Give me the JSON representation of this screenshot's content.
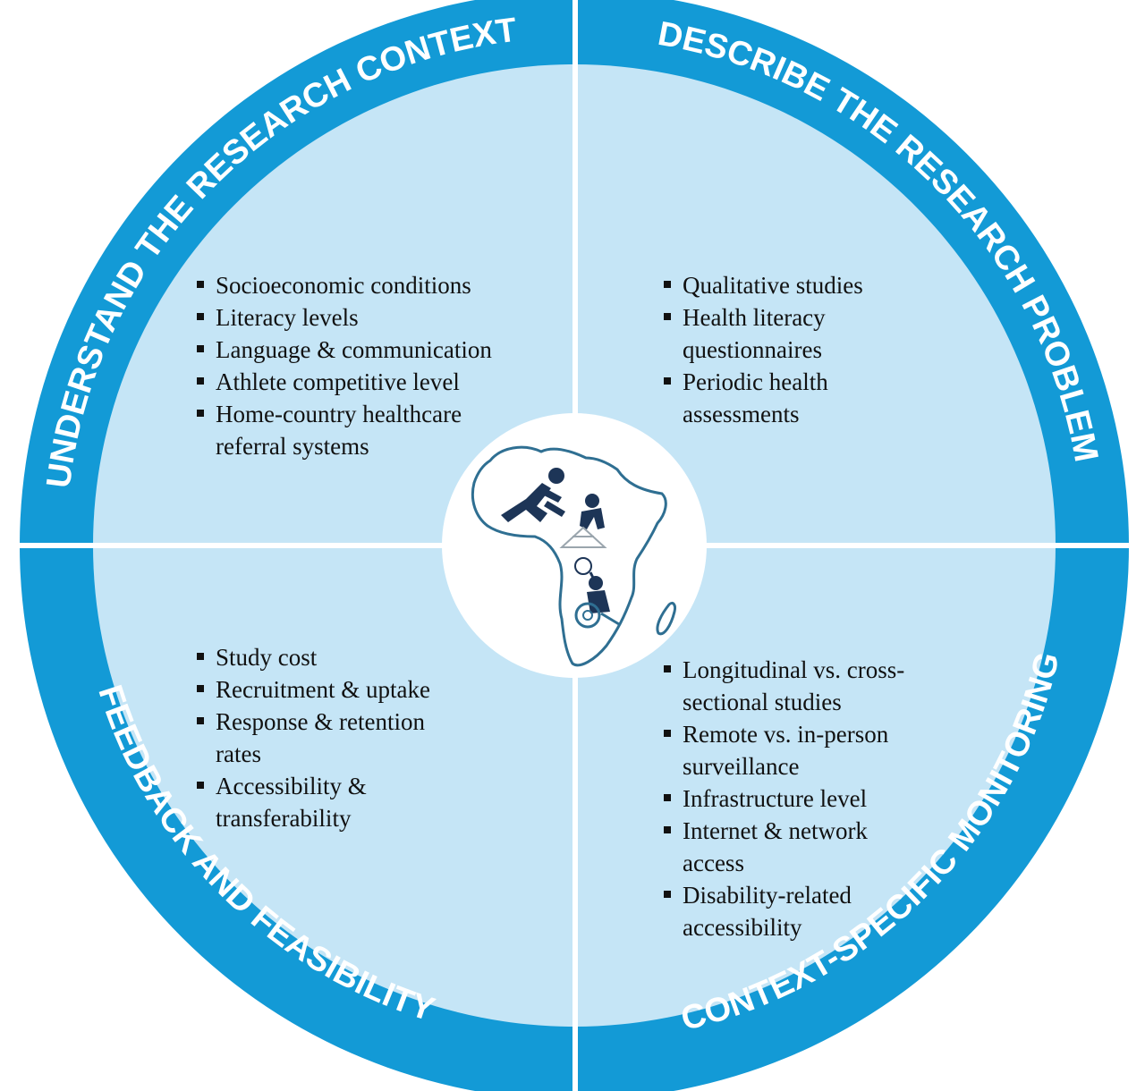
{
  "colors": {
    "ring": "#139ad6",
    "quadrant": "#c5e5f6",
    "divider": "#ffffff",
    "text": "#111111",
    "icon": "#1d3557",
    "map_outline": "#2f6f92"
  },
  "quadrants": [
    {
      "id": "top-left",
      "title": "UNDERSTAND THE RESEARCH CONTEXT",
      "items": [
        "Socioeconomic conditions",
        "Literacy levels",
        "Language & communication",
        "Athlete competitive level",
        "Home-country healthcare referral systems"
      ]
    },
    {
      "id": "top-right",
      "title": "DESCRIBE THE RESEARCH PROBLEM",
      "items": [
        "Qualitative studies",
        "Health literacy questionnaires",
        "Periodic health assessments"
      ]
    },
    {
      "id": "bottom-right",
      "title": "CONTEXT-SPECIFIC MONITORING",
      "items": [
        "Longitudinal vs. cross-sectional studies",
        "Remote vs. in-person surveillance",
        "Infrastructure level",
        "Internet & network access",
        "Disability-related accessibility"
      ]
    },
    {
      "id": "bottom-left",
      "title": "FEEDBACK AND FEASIBILITY",
      "items": [
        "Study cost",
        "Recruitment & uptake",
        "Response & retention rates",
        "Accessibility & transferability"
      ]
    }
  ],
  "center": {
    "icons": [
      "africa-map-icon",
      "runner-icon",
      "hurdler-icon",
      "wheelchair-tennis-icon"
    ]
  }
}
